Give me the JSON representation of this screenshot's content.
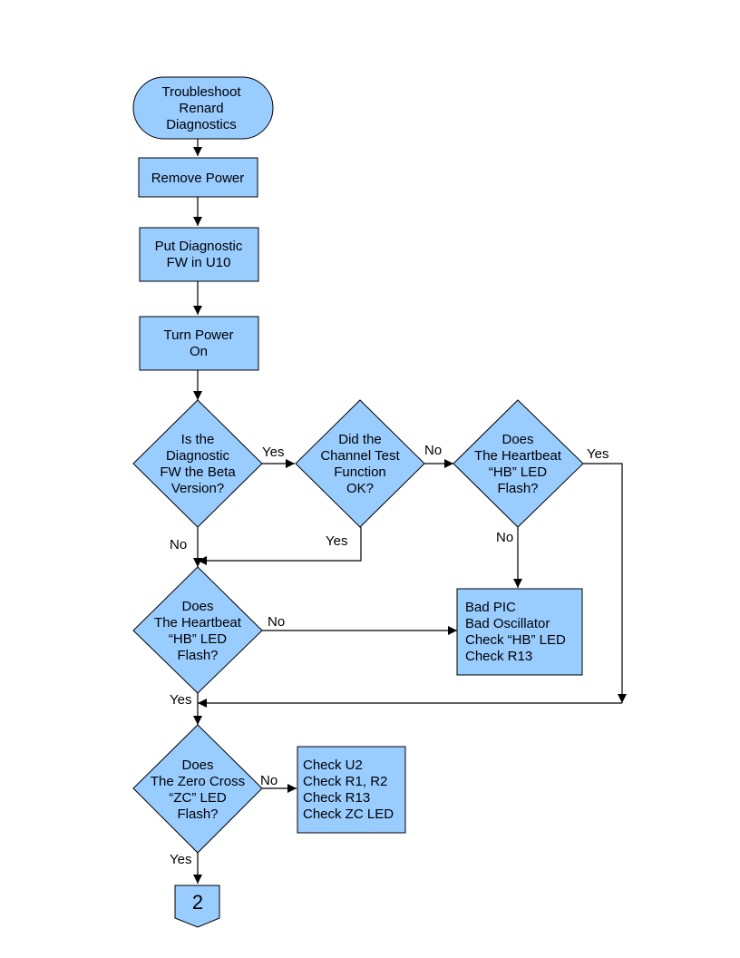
{
  "nodes": {
    "start": [
      "Troubleshoot",
      "Renard",
      "Diagnostics"
    ],
    "remove_power": [
      "Remove Power"
    ],
    "put_fw": [
      "Put Diagnostic",
      "FW in U10"
    ],
    "turn_on": [
      "Turn Power",
      "On"
    ],
    "is_beta": [
      "Is the",
      "Diagnostic",
      "FW the Beta",
      "Version?"
    ],
    "channel_test": [
      "Did the",
      "Channel Test",
      "Function",
      "OK?"
    ],
    "hb_flash_1": [
      "Does",
      "The Heartbeat",
      "“HB” LED",
      "Flash?"
    ],
    "hb_flash_2": [
      "Does",
      "The Heartbeat",
      "“HB” LED",
      "Flash?"
    ],
    "bad_pic": [
      "Bad PIC",
      "Bad Oscillator",
      "Check “HB” LED",
      "Check R13"
    ],
    "zc_flash": [
      "Does",
      "The Zero Cross",
      "“ZC” LED",
      "Flash?"
    ],
    "check_u2": [
      "Check U2",
      "Check R1, R2",
      "Check R13",
      "Check ZC LED"
    ],
    "connector": "2"
  },
  "edge_labels": {
    "beta_yes": "Yes",
    "beta_no": "No",
    "channel_no": "No",
    "channel_yes": "Yes",
    "hb1_yes": "Yes",
    "hb1_no": "No",
    "hb2_no": "No",
    "hb2_yes": "Yes",
    "zc_no": "No",
    "zc_yes": "Yes"
  },
  "colors": {
    "fill": "#99ccff",
    "stroke": "#000000"
  }
}
